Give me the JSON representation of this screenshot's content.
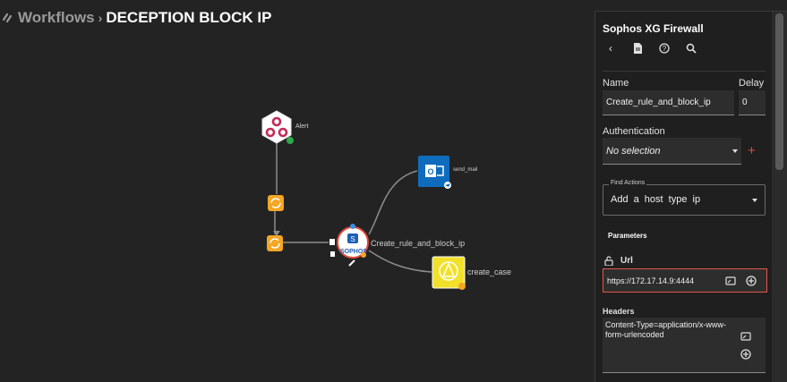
{
  "breadcrumb": {
    "section": "Workflows",
    "separator": "›",
    "title": "DECEPTION BLOCK IP"
  },
  "canvas": {
    "nodes": {
      "alert": "Alert",
      "send_mail": "send_mail",
      "create_rule": "Create_rule_and_block_ip",
      "create_case": "create_case"
    }
  },
  "panel": {
    "title": "Sophos XG Firewall",
    "tools": [
      "back-icon",
      "document-icon",
      "help-icon",
      "search-icon"
    ],
    "name_label": "Name",
    "delay_label": "Delay",
    "name_value": "Create_rule_and_block_ip",
    "delay_value": "0",
    "auth_label": "Authentication",
    "auth_value": "No selection",
    "find_actions_label": "Find Actions",
    "find_actions_value": "Add a host  type  ip",
    "parameters_label": "Parameters",
    "url_label": "Url",
    "url_value": "https://172.17.14.9:4444",
    "headers_label": "Headers",
    "headers_value": "Content-Type=application/x-www-form-urlencoded"
  },
  "colors": {
    "accent_red": "#e24a3b",
    "node_orange": "#f5a623",
    "outlook_blue": "#0f6cbd",
    "case_yellow": "#f2e12a"
  }
}
